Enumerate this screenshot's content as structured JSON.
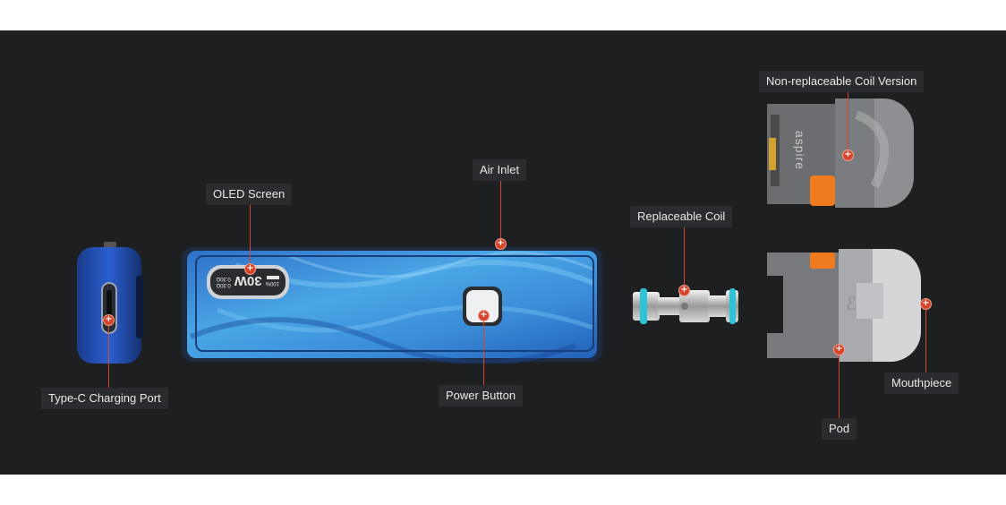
{
  "callouts": {
    "oled_screen": "OLED Screen",
    "air_inlet": "Air Inlet",
    "replaceable_coil": "Replaceable Coil",
    "non_replaceable_coil": "Non-replaceable Coil Version",
    "type_c_port": "Type-C Charging Port",
    "power_button": "Power Button",
    "mouthpiece": "Mouthpiece",
    "pod": "Pod"
  },
  "screen": {
    "wattage": "30W",
    "battery": "100%",
    "resistance_1": "0.30Ω",
    "resistance_2": "0.30Ω"
  },
  "pod_brand": "aspire",
  "marker_symbol": "+",
  "colors": {
    "background": "#1e1f21",
    "accent": "#d5452a",
    "device_blue": "#3d8fd6",
    "orange_plug": "#f07a1e"
  }
}
